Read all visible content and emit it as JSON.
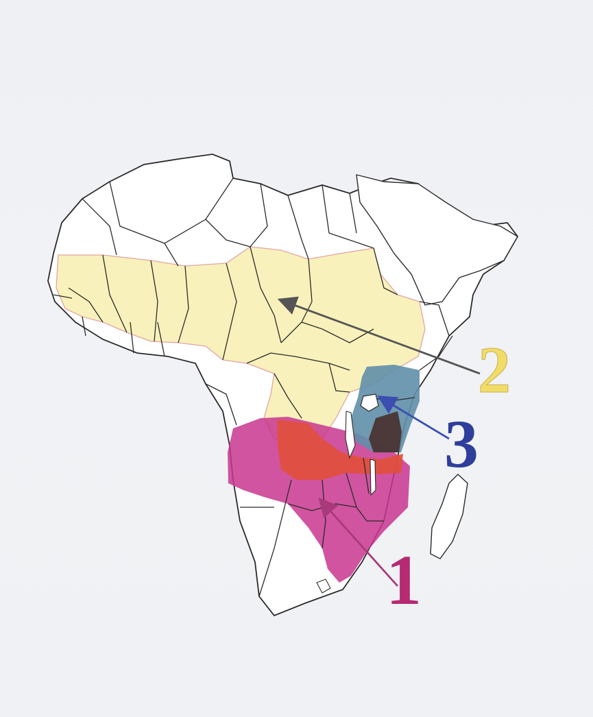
{
  "labels": {
    "zone_1": "1",
    "zone_2": "2",
    "zone_3": "3"
  },
  "colors": {
    "zone_1": "#c8368f",
    "zone_1_overlap": "#e14f3a",
    "zone_2": "#f8f1b8",
    "zone_2_border": "#e0a0a0",
    "zone_3": "#5f8fa8",
    "zone_3_overlap": "#4a3434",
    "label_1": "#b52a72",
    "label_2": "#f1dc6a",
    "label_3": "#2f3e9a",
    "arrow_1": "#a83a7a",
    "arrow_2": "#555555",
    "arrow_3": "#3a4fb0",
    "borders": "#2a2a2a"
  }
}
